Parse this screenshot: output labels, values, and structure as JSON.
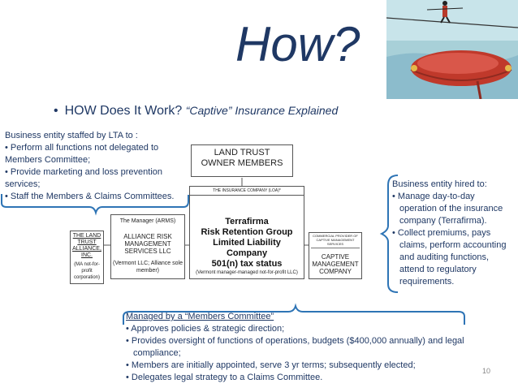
{
  "title": "How?",
  "subtitle": {
    "bullet": "•",
    "main": "HOW Does It Work?",
    "emphasis": "“Captive” Insurance Explained"
  },
  "left_note": {
    "heading": "Business entity staffed by LTA to :",
    "items": [
      "• Perform all functions not delegated to Members Committee;",
      "• Provide marketing and loss prevention services;",
      "• Staff the Members & Claims Committees."
    ]
  },
  "right_note": {
    "heading": "Business entity hired to:",
    "items": [
      "• Manage day-to-day operation of the insurance company (Terrafirma).",
      "• Collect premiums, pays claims, perform accounting and auditing functions, attend to regulatory requirements."
    ]
  },
  "bottom_note": {
    "heading": "Managed by a “Members Committee”",
    "items": [
      "• Approves policies & strategic direction;",
      "• Provides oversight of functions of operations, budgets ($400,000 annually) and legal compliance;",
      "• Members are initially appointed, serve 3 yr terms; subsequently elected;",
      "•  Delegates legal strategy to a Claims Committee."
    ]
  },
  "diagram": {
    "owners": "LAND TRUST OWNER MEMBERS",
    "insurance_header": "THE INSURANCE COMPANY (LOA)*",
    "company": {
      "line1": "Terrafirma",
      "line2": "Risk Retention Group",
      "line3": "Limited Liability",
      "line4": "Company",
      "line5": "501(n) tax status",
      "note": "(Vermont manager-managed not-for-profit LLC)"
    },
    "manager": {
      "role": "The Manager (ARMS)",
      "name": "ALLIANCE RISK MANAGEMENT SERVICES LLC",
      "note": "(Vermont LLC; Alliance sole member)"
    },
    "alliance": {
      "name": "THE LAND TRUST ALLIANCE, INC.",
      "note": "(MA not-for-profit corporation)"
    },
    "captive": {
      "header": "COMMERCIAL PROVIDER OF CAPTIVE MANAGEMENT SERVICES",
      "name": "CAPTIVE MANAGEMENT COMPANY"
    }
  },
  "page_number": "10",
  "colors": {
    "title": "#1f3864",
    "text": "#1f3864",
    "bracket": "#2e74b5",
    "illustration_sky": "#a8d0d8",
    "pillow": "#c0392b"
  }
}
